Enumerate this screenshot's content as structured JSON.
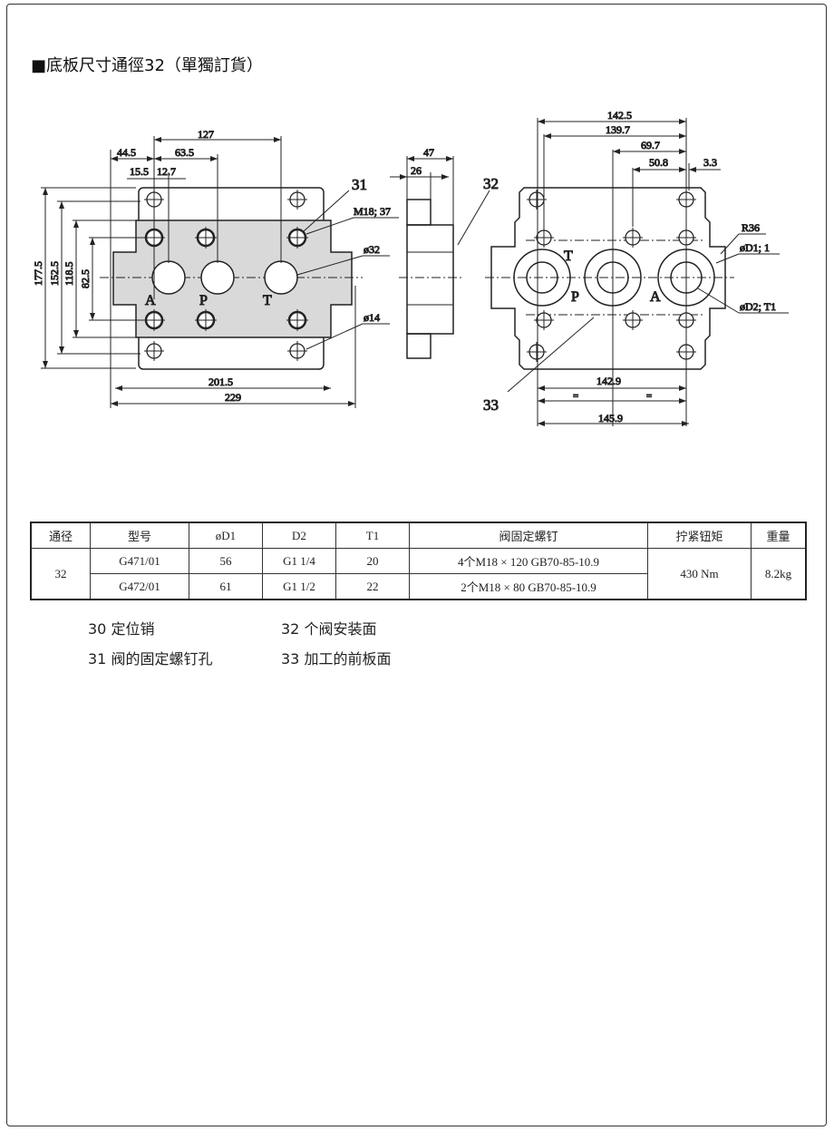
{
  "title": "■底板尺寸通徑32（單獨訂貨）",
  "drawing": {
    "front": {
      "dims": [
        "127",
        "44.5",
        "63.5",
        "15.5",
        "12.7",
        "177.5",
        "152.5",
        "118.5",
        "82.5",
        "201.5",
        "229"
      ],
      "callouts": [
        "31",
        "M18; 37",
        "ø32",
        "ø14"
      ],
      "ports": [
        "A",
        "P",
        "T"
      ]
    },
    "side": {
      "dims": [
        "47",
        "26"
      ],
      "callouts": [
        "32"
      ]
    },
    "back": {
      "dims": [
        "142.5",
        "139.7",
        "69.7",
        "50.8",
        "3.3",
        "142.9",
        "=",
        "=",
        "145.9"
      ],
      "callouts": [
        "R36",
        "øD1; 1",
        "øD2; T1",
        "33"
      ],
      "ports": [
        "T",
        "P",
        "A"
      ]
    }
  },
  "table": {
    "headers": [
      "通径",
      "型号",
      "øD1",
      "D2",
      "T1",
      "阀固定螺钉",
      "拧紧钮矩",
      "重量"
    ],
    "size": "32",
    "rows": [
      {
        "model": "G471/01",
        "d1": "56",
        "d2": "G1 1/4",
        "t1": "20",
        "screws": "4个M18 × 120 GB70-85-10.9"
      },
      {
        "model": "G472/01",
        "d1": "61",
        "d2": "G1 1/2",
        "t1": "22",
        "screws": "2个M18 × 80 GB70-85-10.9"
      }
    ],
    "torque": "430 Nm",
    "weight": "8.2kg"
  },
  "notes": [
    "30 定位销",
    "32 个阀安装面",
    "31 阀的固定螺钉孔",
    "33 加工的前板面"
  ]
}
